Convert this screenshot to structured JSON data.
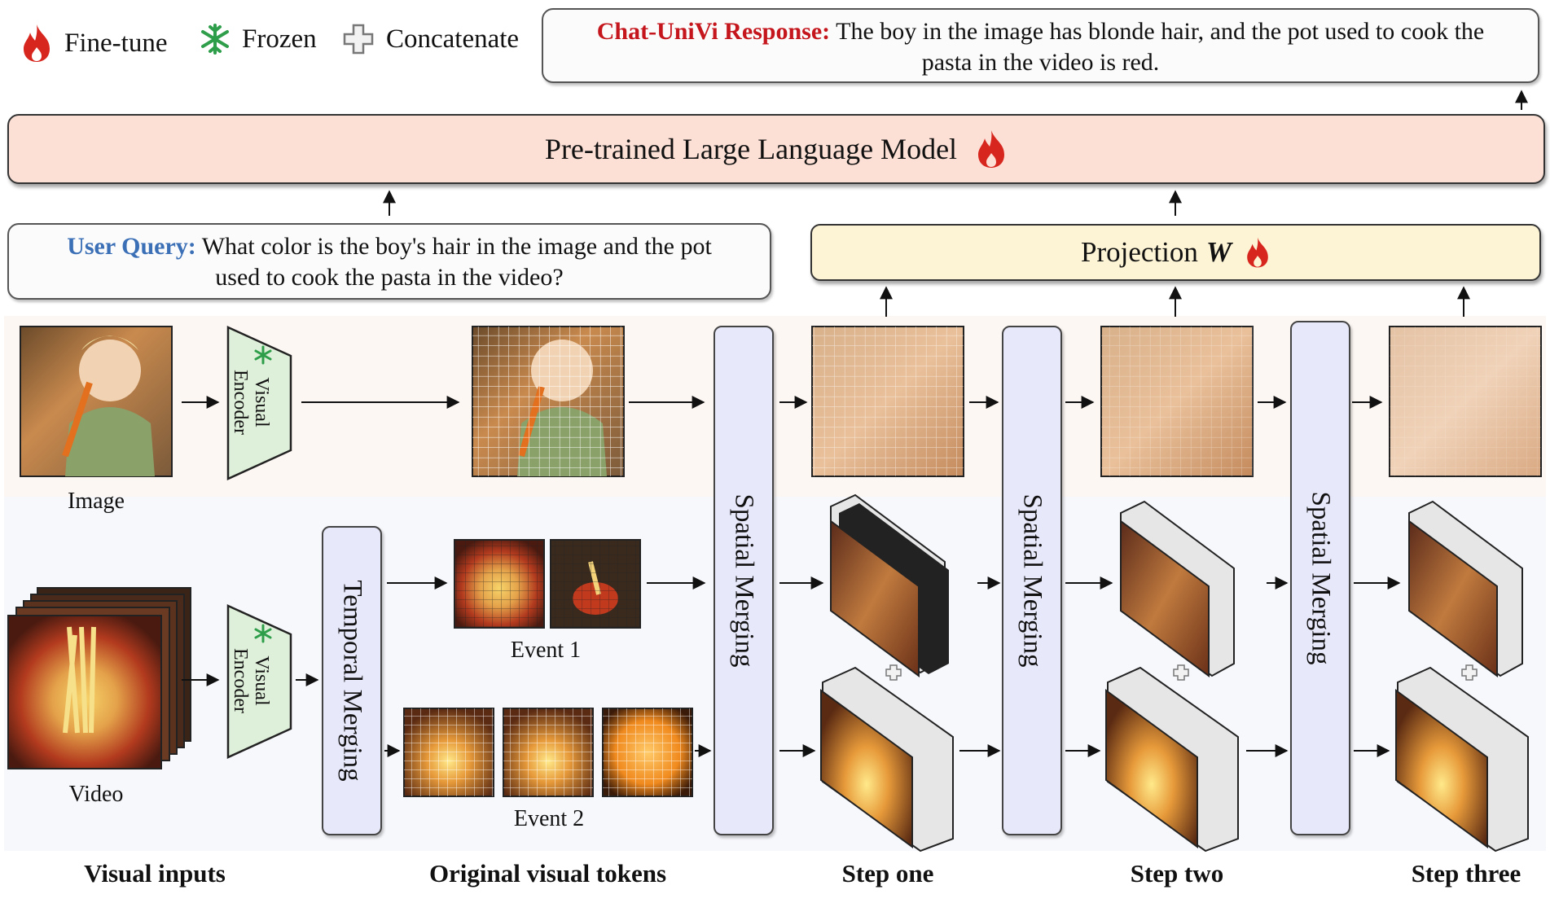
{
  "legend": {
    "finetune_label": "Fine-tune",
    "frozen_label": "Frozen",
    "concat_label": "Concatenate"
  },
  "response": {
    "label": "Chat-UniVi Response:",
    "text_line1": "The boy in the image has blonde hair, and the pot used to cook the",
    "text_line2": "pasta in the video is red."
  },
  "llm": {
    "label": "Pre-trained Large Language Model"
  },
  "query": {
    "label": "User Query:",
    "text_line1": "What color is the boy's hair in the image and the pot",
    "text_line2": "used to cook the pasta in the video?"
  },
  "projection": {
    "label": "Projection",
    "symbol": "W"
  },
  "encoder": {
    "line1": "Visual",
    "line2": "Encoder"
  },
  "merging": {
    "temporal": "Temporal  Merging",
    "spatial": "Spatial  Merging"
  },
  "captions": {
    "image": "Image",
    "video": "Video",
    "event1": "Event 1",
    "event2": "Event 2"
  },
  "bottom": {
    "visual_inputs": "Visual inputs",
    "original_tokens": "Original visual tokens",
    "step_one": "Step one",
    "step_two": "Step two",
    "step_three": "Step three"
  },
  "colors": {
    "fire_red": "#d7261e",
    "frozen_green": "#2e9e4a",
    "response_red": "#c4161c",
    "query_blue": "#3b6fb6",
    "llm_fill": "#fde0d5",
    "projection_fill": "#fdf3d5",
    "merging_fill": "#e8e8fb",
    "encoder_fill": "#dff0da"
  }
}
